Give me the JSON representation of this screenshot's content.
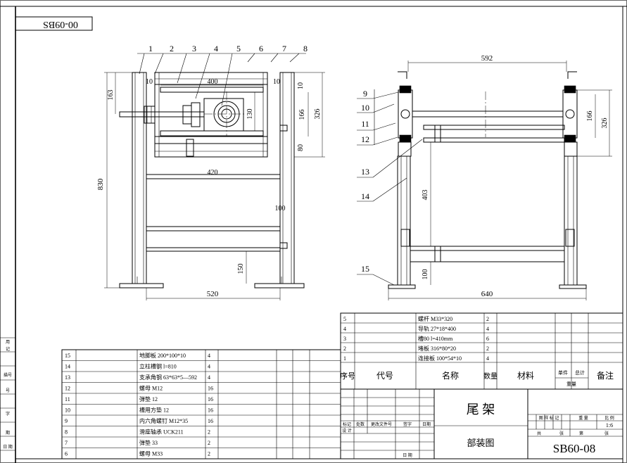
{
  "drawing": {
    "code_stamp": "00-09BS",
    "title": "尾 架",
    "drawing_number": "SB60-08",
    "drawing_type": "部装图",
    "scale": "1:6"
  },
  "balloons_left": [
    "1",
    "2",
    "3",
    "4",
    "5",
    "6",
    "7",
    "8"
  ],
  "balloons_right": [
    "9",
    "10",
    "11",
    "12",
    "13",
    "14",
    "15"
  ],
  "dimensions": {
    "top_width": "592",
    "width_400": "400",
    "d10a": "10",
    "d10b": "10",
    "d10c": "10",
    "d163": "163",
    "d130": "130",
    "d166": "166",
    "d326": "326",
    "d80": "80",
    "d420": "420",
    "d830": "830",
    "d100": "100",
    "d150": "150",
    "d520": "520",
    "r166": "166",
    "r326": "326",
    "d403": "403",
    "r100": "100",
    "d640": "640"
  },
  "bom_right": {
    "rows": [
      {
        "no": "5",
        "name": "螺杆 M33*320",
        "qty": "2"
      },
      {
        "no": "4",
        "name": "导轨 27*18*400",
        "qty": "4"
      },
      {
        "no": "3",
        "name": "槽80  l=410mm",
        "qty": "6"
      },
      {
        "no": "2",
        "name": "堵板 316*80*20",
        "qty": "2"
      },
      {
        "no": "1",
        "name": "连接板 100*54*10",
        "qty": "4"
      }
    ],
    "header": {
      "no": "序号",
      "code": "代号",
      "name": "名称",
      "qty": "数量",
      "material": "材料",
      "unit": "单件",
      "total": "总计",
      "weight": "重量",
      "remark": "备注"
    }
  },
  "bom_left": {
    "rows": [
      {
        "no": "15",
        "name": "地脚板 200*100*10",
        "qty": "4"
      },
      {
        "no": "14",
        "name": "立柱槽钢 l=810",
        "qty": "4"
      },
      {
        "no": "13",
        "name": "支承角钢 63*63*5—592",
        "qty": "4"
      },
      {
        "no": "12",
        "name": "螺母 M12",
        "qty": "16"
      },
      {
        "no": "11",
        "name": "弹垫 12",
        "qty": "16"
      },
      {
        "no": "10",
        "name": "槽用方垫 12",
        "qty": "16"
      },
      {
        "no": "9",
        "name": "内六角螺钉 M12*35",
        "qty": "16"
      },
      {
        "no": "8",
        "name": "滑座轴承 UCK211",
        "qty": "2"
      },
      {
        "no": "7",
        "name": "弹垫 33",
        "qty": "2"
      },
      {
        "no": "6",
        "name": "螺母 M33",
        "qty": "2"
      }
    ]
  },
  "title_block": {
    "revision_labels": [
      "标记",
      "处数",
      "更改文件号",
      "签字",
      "日期"
    ],
    "design_label": "设 计",
    "date_label": "日 期",
    "stage_label": "图 样 标 记",
    "weight_label": "重 量",
    "scale_label": "比 例",
    "sheet_total_label": "共",
    "sheet_label": "张",
    "sheet_no_label": "第",
    "sheet_no_suffix": "张"
  },
  "left_margin": [
    "用",
    "记",
    "描号",
    "号",
    "字",
    "期",
    "日 期"
  ]
}
